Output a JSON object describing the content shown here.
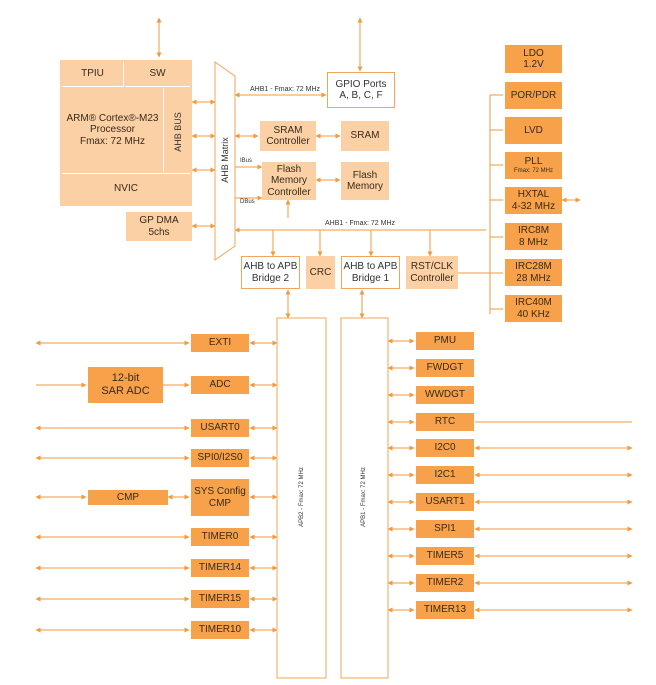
{
  "core": {
    "tpiu": "TPIU",
    "sw": "SW",
    "processor_line1": "ARM® Cortex®-M23",
    "processor_line2": "Processor",
    "processor_line3": "Fmax: 72 MHz",
    "ahb_bus": "AHB BUS",
    "nvic": "NVIC"
  },
  "gp_dma": {
    "line1": "GP DMA",
    "line2": "5chs"
  },
  "ahb_matrix": "AHB Matrix",
  "gpio": {
    "line1": "GPIO Ports",
    "line2": "A, B, C, F",
    "bus_label": "AHB1 - Fmax: 72 MHz"
  },
  "sram_controller": {
    "line1": "SRAM",
    "line2": "Controller"
  },
  "sram": "SRAM",
  "ibus": "IBus",
  "dbus": "DBus",
  "flash_controller": {
    "line1": "Flash",
    "line2": "Memory",
    "line3": "Controller"
  },
  "flash_memory": {
    "line1": "Flash",
    "line2": "Memory"
  },
  "ahb1_bus_label": "AHB1 - Fmax: 72 MHz",
  "bridge2": {
    "line1": "AHB to APB",
    "line2": "Bridge 2"
  },
  "crc": "CRC",
  "bridge1": {
    "line1": "AHB to APB",
    "line2": "Bridge 1"
  },
  "rstclk": {
    "line1": "RST/CLK",
    "line2": "Controller"
  },
  "power": {
    "ldo_line1": "LDO",
    "ldo_line2": "1.2V",
    "por": "POR/PDR",
    "lvd": "LVD",
    "pll": "PLL",
    "pll_sub": "Fmax: 72 MHz",
    "hxtal_line1": "HXTAL",
    "hxtal_line2": "4-32 MHz",
    "irc8m_line1": "IRC8M",
    "irc8m_line2": "8 MHz",
    "irc28m_line1": "IRC28M",
    "irc28m_line2": "28 MHz",
    "irc40m_line1": "IRC40M",
    "irc40m_line2": "40 KHz"
  },
  "apb2_label": "APB2 - Fmax: 72 MHz",
  "apb1_label": "APB1 - Fmax: 72 MHz",
  "apb2_peripherals": {
    "exti": "EXTI",
    "adc": "ADC",
    "usart0": "USART0",
    "spi0": "SPI0/I2S0",
    "syscfg_line1": "SYS Config",
    "syscfg_line2": "CMP",
    "timer0": "TIMER0",
    "timer14": "TIMER14",
    "timer15": "TIMER15",
    "timer10": "TIMER10"
  },
  "sar_adc": {
    "line1": "12-bit",
    "line2": "SAR ADC"
  },
  "cmp": "CMP",
  "apb1_peripherals": {
    "pmu": "PMU",
    "fwdgt": "FWDGT",
    "wwdgt": "WWDGT",
    "rtc": "RTC",
    "i2c0": "I2C0",
    "i2c1": "I2C1",
    "usart1": "USART1",
    "spi1": "SPI1",
    "timer5": "TIMER5",
    "timer2": "TIMER2",
    "timer13": "TIMER13"
  },
  "colors": {
    "dark": "#f7a24a",
    "light": "#fbd0a5",
    "line": "#f39a3e"
  }
}
